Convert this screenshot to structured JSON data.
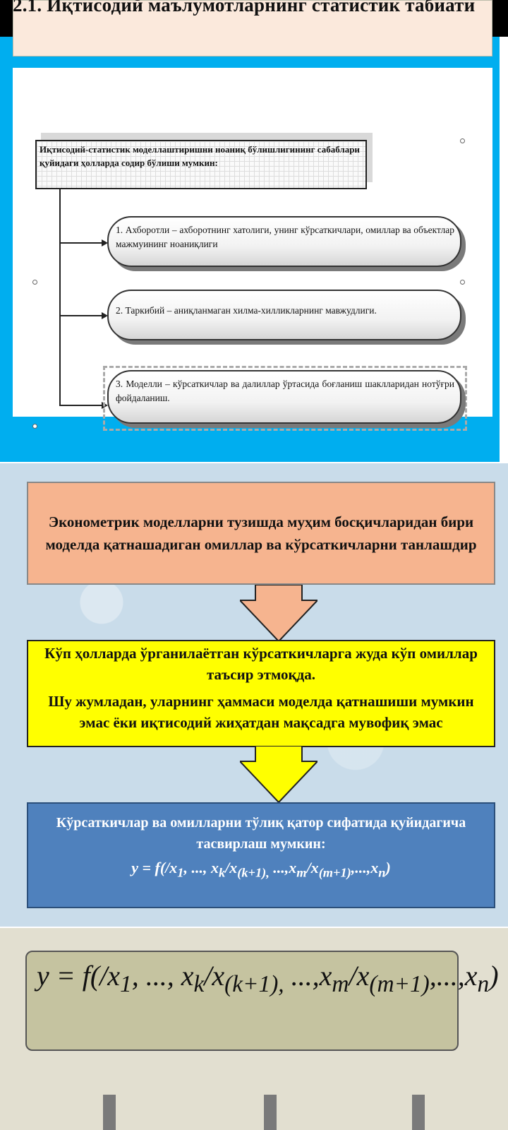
{
  "slide1": {
    "title": "2.1. Иқтисодий маълумотларнинг статистик табиати",
    "header_text": "Иқтисодий-статистик моделлаштиришни ноаниқ бўлишлигининг сабаблари қуйидаги ҳолларда содир бўлиши мумкин:",
    "items": [
      "1. Ахборотли – ахборотнинг хатолиги, унинг кўрсаткичлари, омиллар ва объектлар мажмуининг ноаниқлиги",
      "2. Таркибий – аниқланмаган хилма-хилликларнинг мавжудлиги.",
      "3. Моделли – кўрсаткичлар ва далиллар ўртасида боғланиш шаклларидан нотўғри фойдаланиш."
    ]
  },
  "slide2": {
    "box1": "Эконометрик моделларни тузишда муҳим босқичларидан бири моделда қатнашадиган омиллар ва кўрсаткичларни танлашдир",
    "box2_p1": "Кўп ҳолларда ўрганилаётган кўрсаткичларга жуда кўп омиллар таъсир этмоқда.",
    "box2_p2": "Шу жумладан, уларнинг ҳаммаси моделда қатнашиши мумкин эмас ёки иқтисодий жиҳатдан мақсадга мувофиқ эмас",
    "box3_text": "Кўрсаткичлар ва омилларни тўлиқ қатор сифатида қуйидагича тасвирлаш мумкин:",
    "formula": {
      "a": "y = f(/x",
      "s1": "1",
      "b": ", ..., x",
      "s2": "k",
      "c": "/x",
      "s3": "(k+1),",
      "d": " ...,x",
      "s4": "m",
      "e": "/x",
      "s5": "(m+1)",
      "f": ",...,x",
      "s6": "n",
      "g": ")"
    }
  },
  "colors": {
    "slide1_bg": "#00aeef",
    "orange_box": "#f6b48f",
    "yellow_box": "#ffff00",
    "blue_box": "#4f81bd",
    "olive_box": "#c5c3a0"
  }
}
